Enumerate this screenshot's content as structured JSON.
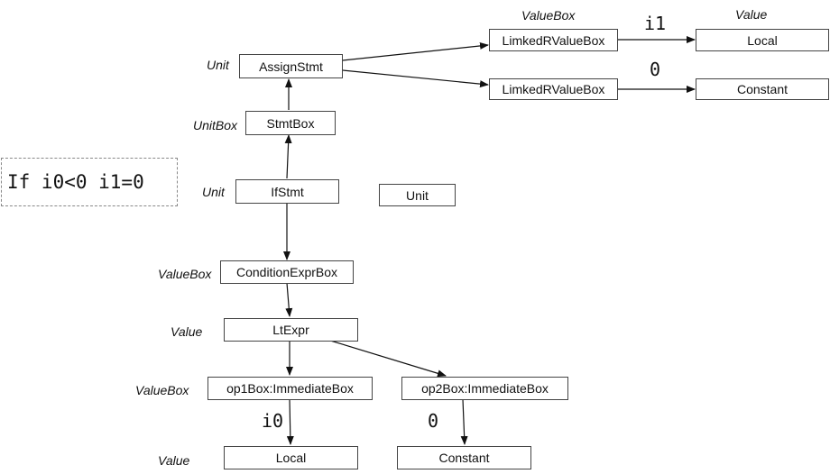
{
  "note": "If i0<0 i1=0",
  "nodes": {
    "assign_stmt": "AssignStmt",
    "stmt_box": "StmtBox",
    "if_stmt": "IfStmt",
    "unit_box": "Unit",
    "condition_expr_box": "ConditionExprBox",
    "lt_expr": "LtExpr",
    "op1_box": "op1Box:ImmediateBox",
    "op2_box": "op2Box:ImmediateBox",
    "local_bottom": "Local",
    "constant_bottom": "Constant",
    "linked_value_box_top": "LimkedRValueBox",
    "linked_value_box_bottom": "LimkedRValueBox",
    "local_top": "Local",
    "constant_top": "Constant"
  },
  "type_labels": {
    "assign_stmt": "Unit",
    "stmt_box": "UnitBox",
    "if_stmt": "Unit",
    "condition_expr_box": "ValueBox",
    "lt_expr": "Value",
    "op1_box": "ValueBox",
    "bottom_values": "Value",
    "top_value_box_header": "ValueBox",
    "top_value_header": "Value"
  },
  "edge_labels": {
    "i1": "i1",
    "zero_top": "0",
    "i0": "i0",
    "zero_bottom": "0"
  },
  "edges": [
    [
      "if_stmt",
      "stmt_box"
    ],
    [
      "stmt_box",
      "assign_stmt"
    ],
    [
      "if_stmt",
      "condition_expr_box"
    ],
    [
      "condition_expr_box",
      "lt_expr"
    ],
    [
      "lt_expr",
      "op1_box"
    ],
    [
      "lt_expr",
      "op2_box"
    ],
    [
      "op1_box",
      "local_bottom"
    ],
    [
      "op2_box",
      "constant_bottom"
    ],
    [
      "assign_stmt",
      "linked_value_box_top"
    ],
    [
      "assign_stmt",
      "linked_value_box_bottom"
    ],
    [
      "linked_value_box_top",
      "local_top"
    ],
    [
      "linked_value_box_bottom",
      "constant_top"
    ]
  ]
}
